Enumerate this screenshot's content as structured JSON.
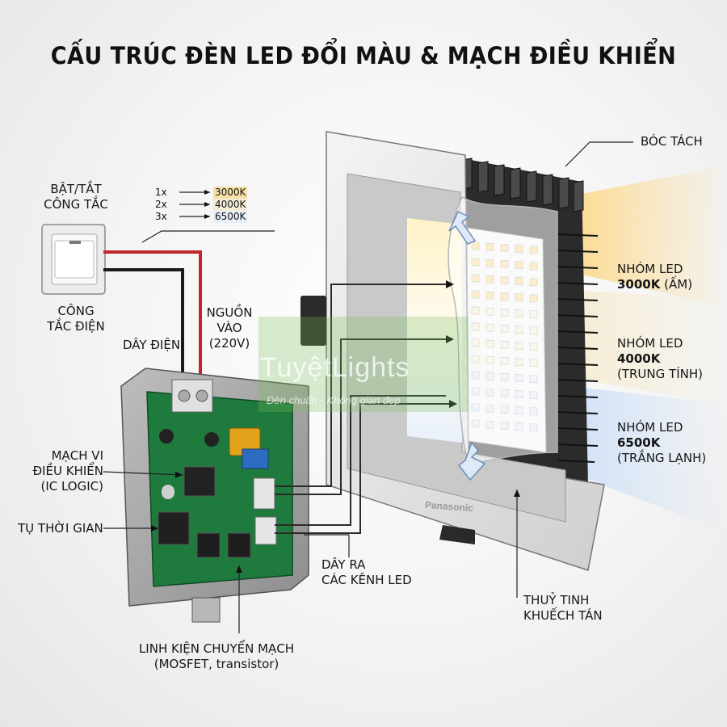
{
  "title": "CẤU TRÚC ĐÈN LED ĐỔI MÀU & MẠCH ĐIỀU KHIỂN",
  "labels": {
    "switch_top_1": "BẬT/TẮT",
    "switch_top_2": "CÔNG TẮC",
    "switch_bottom_1": "CÔNG",
    "switch_bottom_2": "TẮC ĐIỆN",
    "wire": "DÂY ĐIỆN",
    "power_1": "NGUỒN",
    "power_2": "VÀO",
    "power_3": "(220V)",
    "peel": "BÓC TÁCH",
    "mcu_1": "MẠCH VI",
    "mcu_2": "ĐIỀU KHIỂN",
    "mcu_3": "(IC LOGIC)",
    "timer_cap": "TỤ THỜI GIAN",
    "led_out_1": "DÂY RA",
    "led_out_2": "CÁC KÊNH LED",
    "switching_1": "LINH KIỆN CHUYỂN MẠCH",
    "switching_2": "(MOSFET, transistor)",
    "glass_1": "THUỶ TINH",
    "glass_2": "KHUẾCH TÁN",
    "brand": "Panasonic"
  },
  "press_table": [
    {
      "press": "1x",
      "temp": "3000K",
      "color": "#f6e0a8"
    },
    {
      "press": "2x",
      "temp": "4000K",
      "color": "#f3ecd6"
    },
    {
      "press": "3x",
      "temp": "6500K",
      "color": "#e6eef8"
    }
  ],
  "led_groups": [
    {
      "name": "NHÓM LED",
      "temp": "3000K",
      "desc": "(ẤM)",
      "color": "#f8d98a"
    },
    {
      "name": "NHÓM LED",
      "temp": "4000K",
      "desc": "(TRUNG TÍNH)",
      "color": "#f6ecd0"
    },
    {
      "name": "NHÓM LED",
      "temp": "6500K",
      "desc": "(TRẮNG LẠNH)",
      "color": "#dfe9f7"
    }
  ],
  "watermark": {
    "brand": "TuyệtLights",
    "tagline": "Đèn chuẩn - Không gian đẹp"
  },
  "colors": {
    "wire_red": "#c0272d",
    "wire_black": "#1a1a1a",
    "pcb_green": "#1f7a3d",
    "housing": "#d9d9d9"
  }
}
